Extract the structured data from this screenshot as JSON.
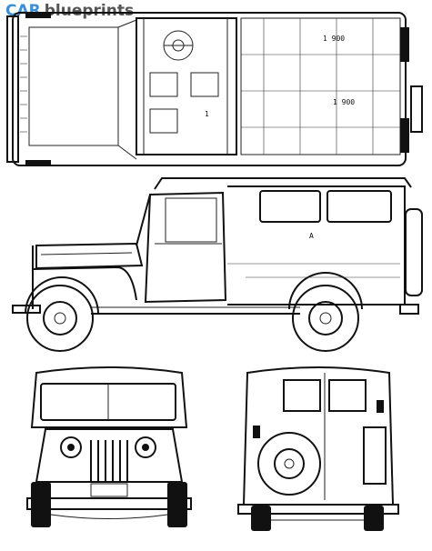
{
  "logo": {
    "brand": "CAR",
    "suffix": "blueprints"
  },
  "colors": {
    "brand_blue": "#3b8fd6",
    "brand_gray": "#555555",
    "ink": "#111111",
    "paper": "#ffffff"
  },
  "views": [
    {
      "name": "top-view"
    },
    {
      "name": "side-view"
    },
    {
      "name": "front-view"
    },
    {
      "name": "rear-view"
    }
  ]
}
